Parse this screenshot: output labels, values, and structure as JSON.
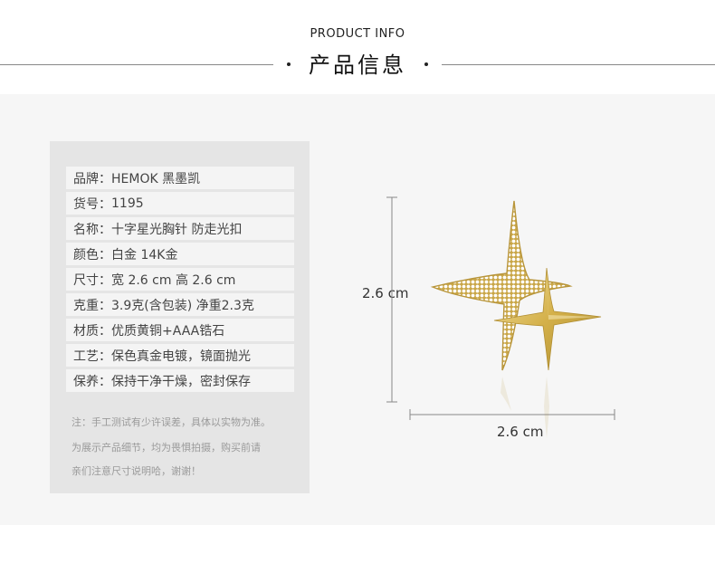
{
  "header": {
    "title_en": "PRODUCT INFO",
    "title_zh": "产品信息"
  },
  "specs": [
    {
      "label": "品牌：",
      "value": "HEMOK 黑墨凯"
    },
    {
      "label": "货号：",
      "value": "1195"
    },
    {
      "label": "名称：",
      "value": "十字星光胸针 防走光扣"
    },
    {
      "label": "颜色：",
      "value": "白金 14K金"
    },
    {
      "label": "尺寸：",
      "value": "宽 2.6 cm  高 2.6 cm"
    },
    {
      "label": "克重：",
      "value": "3.9克(含包装) 净重2.3克"
    },
    {
      "label": "材质：",
      "value": "优质黄铜+AAA锆石"
    },
    {
      "label": "工艺：",
      "value": "保色真金电镀，镜面抛光"
    },
    {
      "label": "保养：",
      "value": "保持干净干燥，密封保存"
    }
  ],
  "notes": [
    "注：手工测试有少许误差，具体以实物为准。",
    "为展示产品细节，均为畏惧拍摄，购买前请",
    "亲们注意尺寸说明哈，谢谢！"
  ],
  "dimensions": {
    "height_label": "2.6 cm",
    "width_label": "2.6 cm"
  },
  "colors": {
    "gold": "#d4b04a",
    "gold_light": "#f0dc8c",
    "gold_dark": "#a88a2e"
  }
}
